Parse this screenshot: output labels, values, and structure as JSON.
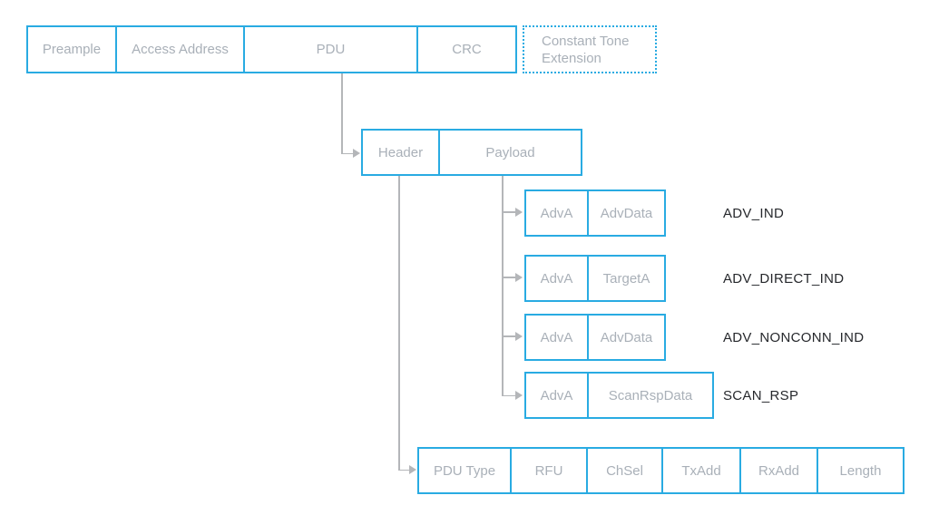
{
  "colors": {
    "accent": "#29abe2",
    "box_text": "#a9b0b8",
    "label_text": "#26282c",
    "connector": "#b4b6b9",
    "background": "#ffffff"
  },
  "packet_row": {
    "cells": [
      {
        "label": "Preample"
      },
      {
        "label": "Access Address"
      },
      {
        "label": "PDU"
      },
      {
        "label": "CRC"
      }
    ],
    "cte": {
      "label": "Constant Tone Extension"
    }
  },
  "pdu_row": {
    "cells": [
      {
        "label": "Header"
      },
      {
        "label": "Payload"
      }
    ]
  },
  "payload_variants": [
    {
      "cells": [
        {
          "label": "AdvA"
        },
        {
          "label": "AdvData"
        }
      ],
      "name": "ADV_IND"
    },
    {
      "cells": [
        {
          "label": "AdvA"
        },
        {
          "label": "TargetA"
        }
      ],
      "name": "ADV_DIRECT_IND"
    },
    {
      "cells": [
        {
          "label": "AdvA"
        },
        {
          "label": "AdvData"
        }
      ],
      "name": "ADV_NONCONN_IND"
    },
    {
      "cells": [
        {
          "label": "AdvA"
        },
        {
          "label": "ScanRspData"
        }
      ],
      "name": "SCAN_RSP"
    }
  ],
  "header_fields": {
    "cells": [
      {
        "label": "PDU Type"
      },
      {
        "label": "RFU"
      },
      {
        "label": "ChSel"
      },
      {
        "label": "TxAdd"
      },
      {
        "label": "RxAdd"
      },
      {
        "label": "Length"
      }
    ]
  }
}
